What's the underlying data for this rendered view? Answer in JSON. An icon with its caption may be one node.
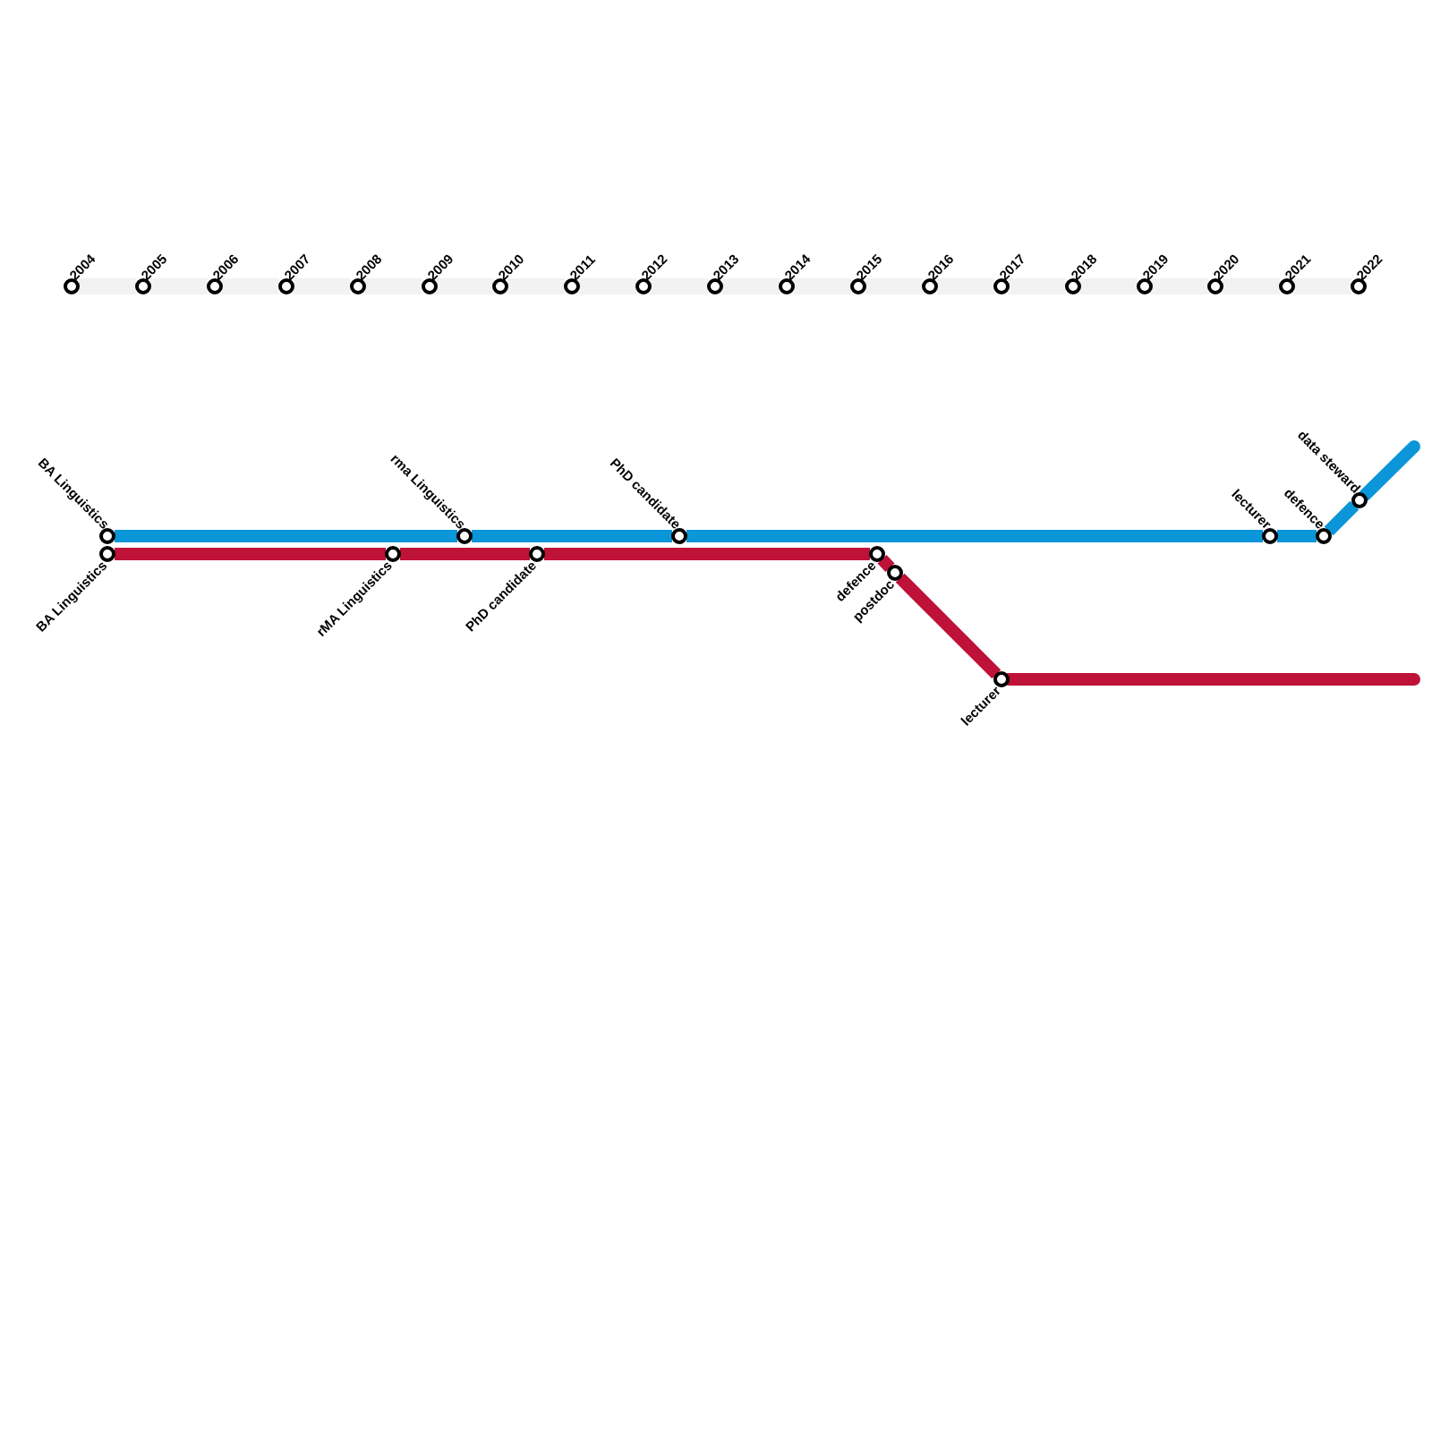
{
  "diagram": {
    "nodes": [
      {
        "text": [
          "2004"
        ]
      },
      {
        "text": [
          "2005"
        ]
      },
      {
        "text": [
          "2006"
        ]
      },
      {
        "text": [
          "2007"
        ]
      },
      {
        "text": [
          "2008"
        ]
      },
      {
        "text": [
          "2009"
        ]
      },
      {
        "text": [
          "2010"
        ]
      },
      {
        "text": [
          "2011"
        ]
      },
      {
        "text": [
          "2012"
        ]
      },
      {
        "text": [
          "2013"
        ]
      },
      {
        "text": [
          "2014"
        ]
      },
      {
        "text": [
          "2015"
        ]
      },
      {
        "text": [
          "2016"
        ]
      },
      {
        "text": [
          "2017"
        ]
      },
      {
        "text": [
          "2018"
        ]
      },
      {
        "text": [
          "2019"
        ]
      },
      {
        "text": [
          "2020"
        ]
      },
      {
        "text": [
          "2021"
        ]
      },
      {
        "text": [
          "2022"
        ]
      },
      {
        "text": [
          "BA Linguistics"
        ]
      },
      {
        "text": [
          "BA Linguistics"
        ]
      },
      {
        "text": [
          "rMA Linguistics"
        ]
      },
      {
        "text": [
          "rma Linguistics"
        ]
      },
      {
        "text": [
          "PhD candidate"
        ]
      },
      {
        "text": [
          "PhD candidate"
        ]
      },
      {
        "text": [
          "defence"
        ]
      },
      {
        "text": [
          "postdoc"
        ]
      },
      {
        "text": [
          "lecturer"
        ]
      },
      {
        "text": [
          "lecturer"
        ]
      },
      {
        "text": [
          "defence"
        ]
      },
      {
        "text": [
          "data steward"
        ]
      }
    ],
    "edges": [
      {
        "from": 0,
        "to": 1,
        "arrow": "none"
      },
      {
        "from": 1,
        "to": 2,
        "arrow": "none"
      },
      {
        "from": 2,
        "to": 3,
        "arrow": "none"
      },
      {
        "from": 3,
        "to": 4,
        "arrow": "none"
      },
      {
        "from": 4,
        "to": 5,
        "arrow": "none"
      },
      {
        "from": 5,
        "to": 6,
        "arrow": "none"
      },
      {
        "from": 6,
        "to": 7,
        "arrow": "none"
      },
      {
        "from": 7,
        "to": 8,
        "arrow": "none"
      },
      {
        "from": 8,
        "to": 9,
        "arrow": "none"
      },
      {
        "from": 9,
        "to": 10,
        "arrow": "none"
      },
      {
        "from": 10,
        "to": 11,
        "arrow": "none"
      },
      {
        "from": 11,
        "to": 12,
        "arrow": "none"
      },
      {
        "from": 12,
        "to": 13,
        "arrow": "none"
      },
      {
        "from": 13,
        "to": 14,
        "arrow": "none"
      },
      {
        "from": 14,
        "to": 15,
        "arrow": "none"
      },
      {
        "from": 15,
        "to": 16,
        "arrow": "none"
      },
      {
        "from": 16,
        "to": 17,
        "arrow": "none"
      },
      {
        "from": 17,
        "to": 18,
        "arrow": "none"
      },
      {
        "from": 19,
        "to": 22,
        "arrow": "none",
        "color": "#0a96d8"
      },
      {
        "from": 22,
        "to": 24,
        "arrow": "none",
        "color": "#0a96d8"
      },
      {
        "from": 24,
        "to": 28,
        "arrow": "none",
        "color": "#0a96d8"
      },
      {
        "from": 28,
        "to": 29,
        "arrow": "none",
        "color": "#0a96d8"
      },
      {
        "from": 29,
        "to": 30,
        "arrow": "none",
        "color": "#0a96d8"
      },
      {
        "from": 30,
        "to": null,
        "arrow": "none",
        "color": "#0a96d8"
      },
      {
        "from": 20,
        "to": 21,
        "arrow": "none",
        "color": "#be1238"
      },
      {
        "from": 21,
        "to": 23,
        "arrow": "none",
        "color": "#be1238"
      },
      {
        "from": 23,
        "to": 25,
        "arrow": "none",
        "color": "#be1238"
      },
      {
        "from": 25,
        "to": 26,
        "arrow": "none",
        "color": "#be1238"
      },
      {
        "from": 26,
        "to": 27,
        "arrow": "none",
        "color": "#be1238"
      },
      {
        "from": 27,
        "to": null,
        "arrow": "none",
        "color": "#be1238"
      }
    ]
  }
}
